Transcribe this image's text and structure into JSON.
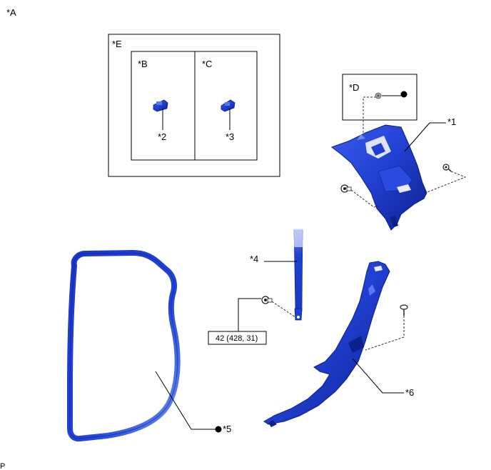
{
  "labels": {
    "a": "*A",
    "e": "*E",
    "b": "*B",
    "c": "*C",
    "d": "*D",
    "n1": "*1",
    "n2": "*2",
    "n3": "*3",
    "n4": "*4",
    "n5": "*5",
    "n6": "*6",
    "torque": "42 (428, 31)",
    "footer": "P"
  },
  "colors": {
    "part_blue": "#1f3fd0",
    "part_dark": "#0d1f8a",
    "part_light": "#5a78f0",
    "line": "#000000"
  },
  "icons": {
    "bullet": "filled-circle",
    "clip": "clip-icon",
    "screw": "screw-icon",
    "bolt": "bolt-icon"
  }
}
